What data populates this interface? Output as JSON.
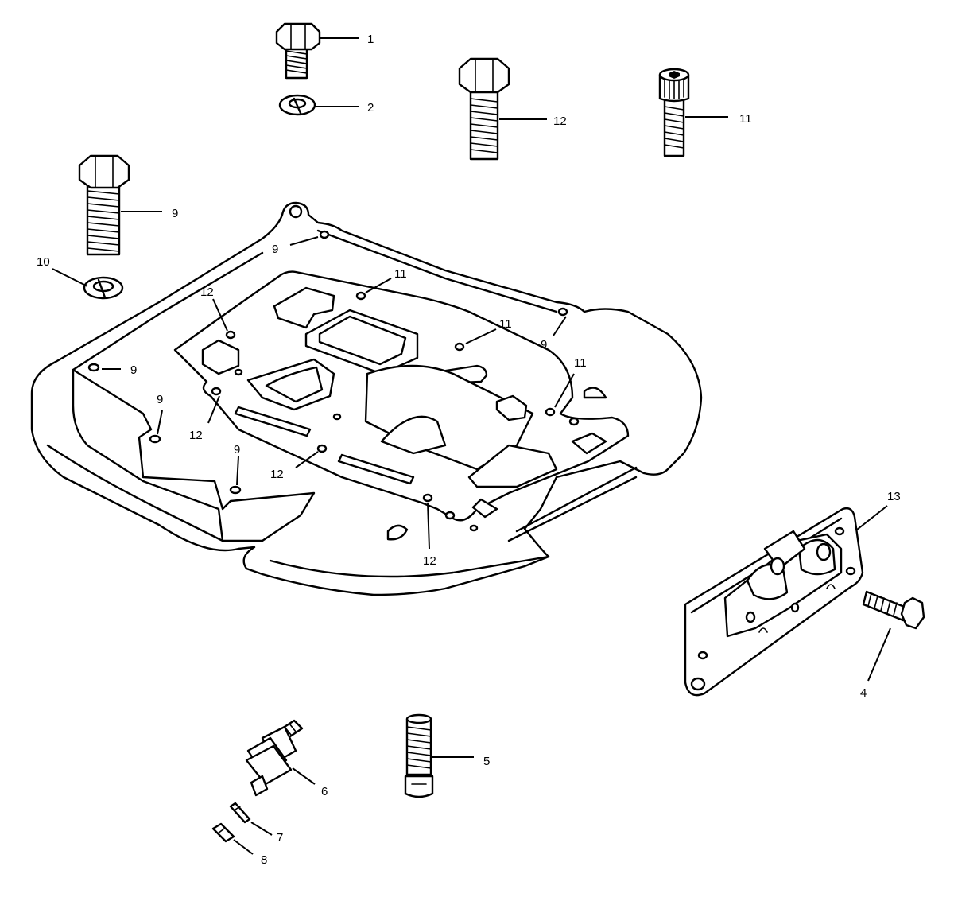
{
  "callouts": {
    "c1": "1",
    "c2": "2",
    "c4": "4",
    "c5": "5",
    "c6": "6",
    "c7": "7",
    "c8": "8",
    "c9a": "9",
    "c9b": "9",
    "c9c": "9",
    "c9d": "9",
    "c9e": "9",
    "c9f": "9",
    "c10": "10",
    "c11a": "11",
    "c11b": "11",
    "c11c": "11",
    "c11d": "11",
    "c12a": "12",
    "c12b": "12",
    "c12c": "12",
    "c12d": "12",
    "c12e": "12",
    "c13": "13"
  }
}
